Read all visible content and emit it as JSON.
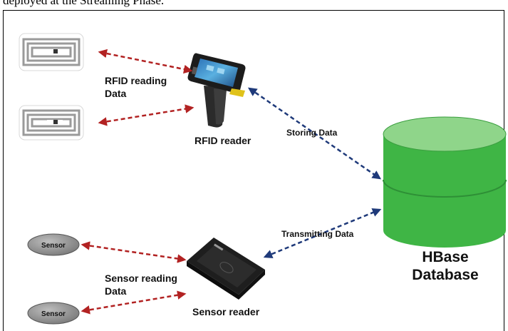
{
  "caption": "deployed at the Streaming Phase.",
  "labels": {
    "rfid_reading_line1": "RFID reading",
    "rfid_reading_line2": "Data",
    "rfid_reader": "RFID reader",
    "storing_data": "Storing Data",
    "transmitting_data": "Transmitting Data",
    "sensor_reading_line1": "Sensor reading",
    "sensor_reading_line2": "Data",
    "sensor_reader": "Sensor reader",
    "database_line1": "HBase",
    "database_line2": "Database"
  },
  "sensors": [
    {
      "label": "Sensor"
    },
    {
      "label": "Sensor"
    }
  ],
  "colors": {
    "read_arrow": "#b22222",
    "store_arrow": "#1f3a7a",
    "db_top": "#8fd58a",
    "db_body": "#3fb545",
    "sensor_fill": "#8a8a8a",
    "reader_body": "#2a2a2a"
  }
}
